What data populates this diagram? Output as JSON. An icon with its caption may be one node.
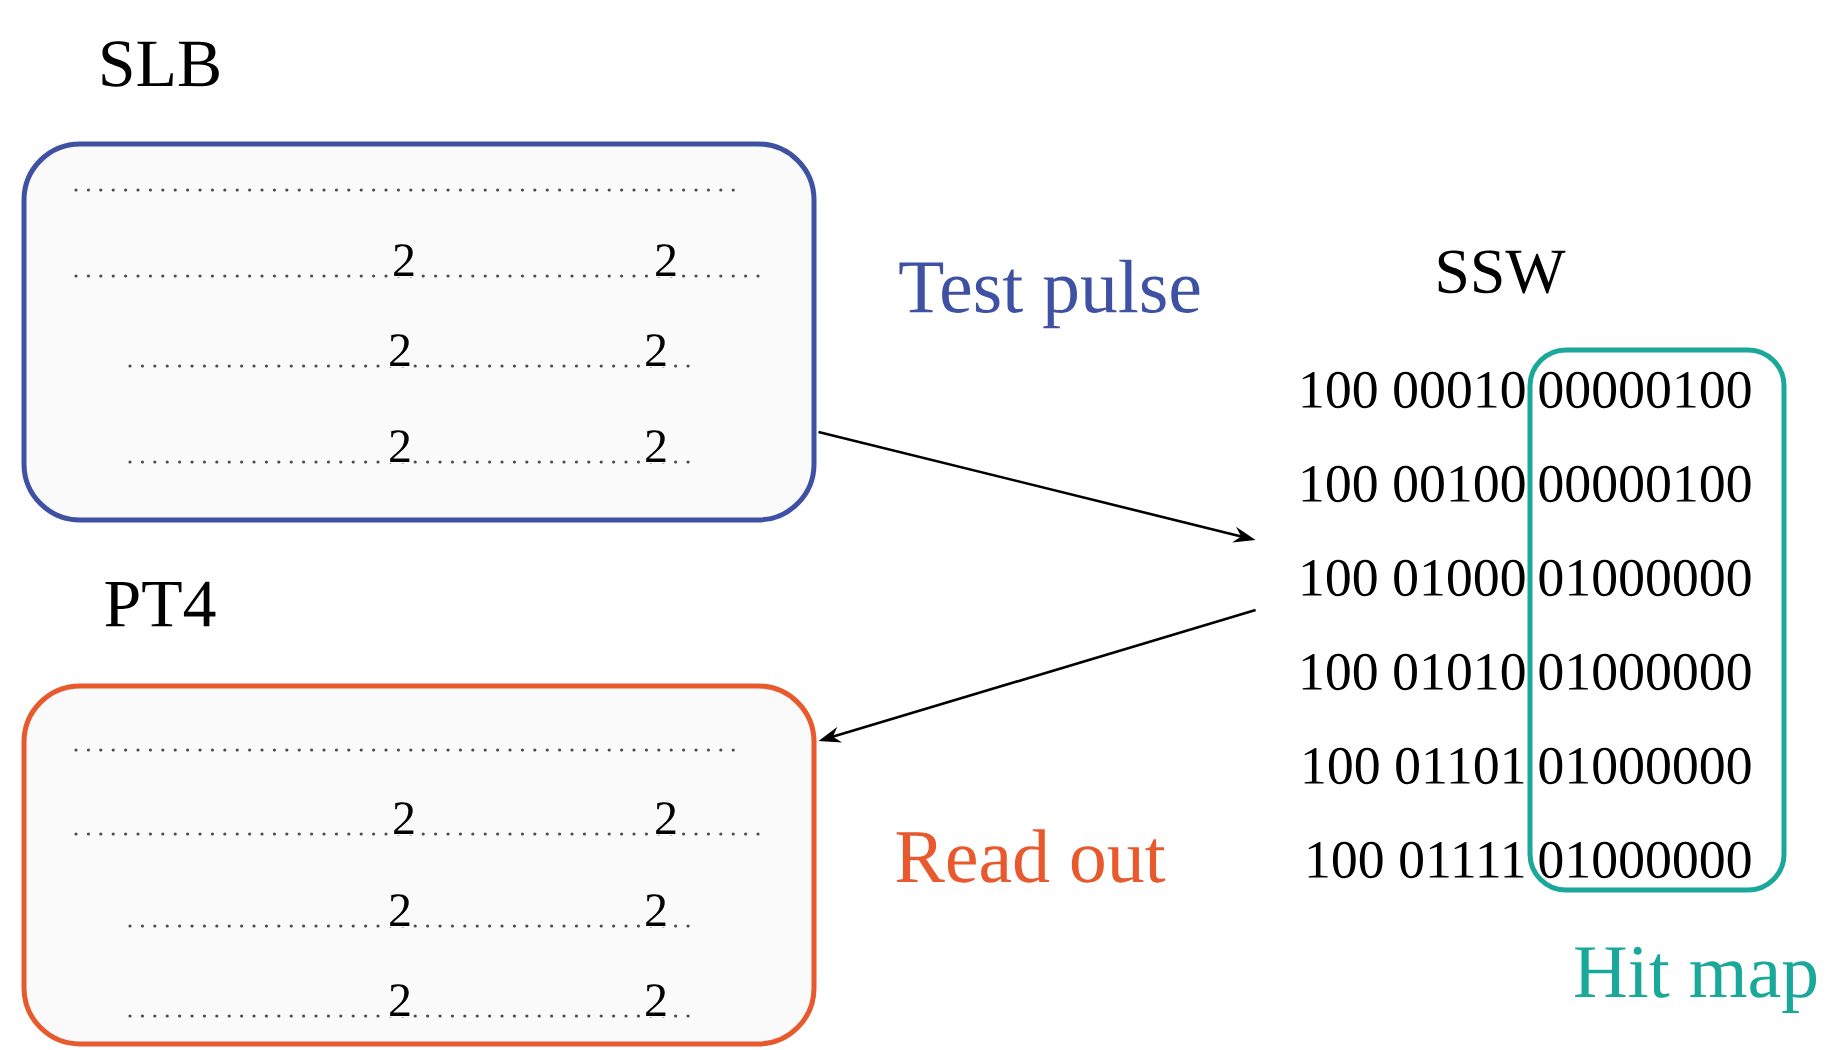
{
  "diagram": {
    "nodes": [
      {
        "text": [
          "SLB",
          "2",
          "2",
          "2",
          "2",
          "2",
          "2"
        ]
      },
      {
        "text": [
          "SSW",
          "100 00010",
          "100 00100",
          "100 01000",
          "100 01010",
          "100 01101",
          "100 01111"
        ]
      },
      {
        "text": [
          "00000100",
          "00000100",
          "01000000",
          "01000000",
          "01000000",
          "01000000",
          "Hit map"
        ]
      },
      {
        "text": [
          "PT4",
          "2",
          "2",
          "2",
          "2",
          "2",
          "2"
        ]
      }
    ],
    "edges": [
      {
        "from": 0,
        "to": 1,
        "arrow": "to",
        "label": "Test pulse"
      },
      {
        "from": 1,
        "to": 3,
        "arrow": "to",
        "label": "Read out"
      }
    ]
  }
}
